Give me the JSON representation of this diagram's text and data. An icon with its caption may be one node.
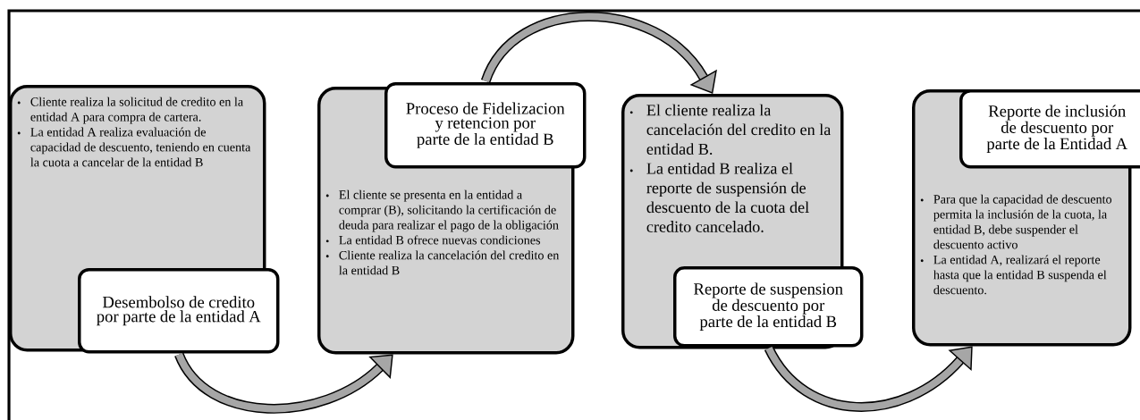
{
  "diagram": {
    "nodes": [
      {
        "text": [
          "Cliente realiza la solicitud de credito en la entidad A para compra de cartera.",
          "La entidad A realiza evaluación de capacidad de descuento, teniendo en cuenta la cuota a cancelar de la entidad B"
        ]
      },
      {
        "text": [
          "Desembolso de credito por parte de la entidad A"
        ]
      },
      {
        "text": [
          "El cliente se presenta en la entidad a comprar (B), solicitando la certificación de deuda para realizar el pago de la obligación",
          "La entidad B ofrece nuevas condiciones",
          "Cliente realiza la cancelación del credito en la entidad B"
        ]
      },
      {
        "text": [
          "Proceso de Fidelizacion y retencion por parte de la entidad B"
        ]
      },
      {
        "text": [
          "El cliente realiza la cancelación del credito en la entidad B.",
          "La entidad B realiza el reporte de suspensión de descuento de la cuota del credito cancelado."
        ]
      },
      {
        "text": [
          "Reporte de suspension de descuento por parte de la entidad B"
        ]
      },
      {
        "text": [
          "Para que la capacidad de descuento permita la inclusión de la cuota, la entidad B, debe suspender el descuento activo",
          "La entidad A, realizará el reporte hasta que la entidad B suspenda el descuento."
        ]
      },
      {
        "text": [
          "Reporte de inclusión de descuento por parte de la Entidad A"
        ]
      }
    ],
    "edges": [
      {
        "from": 1,
        "to": 2,
        "arrow": "to"
      },
      {
        "from": 3,
        "to": 4,
        "arrow": "to"
      },
      {
        "from": 5,
        "to": 6,
        "arrow": "to"
      }
    ]
  }
}
